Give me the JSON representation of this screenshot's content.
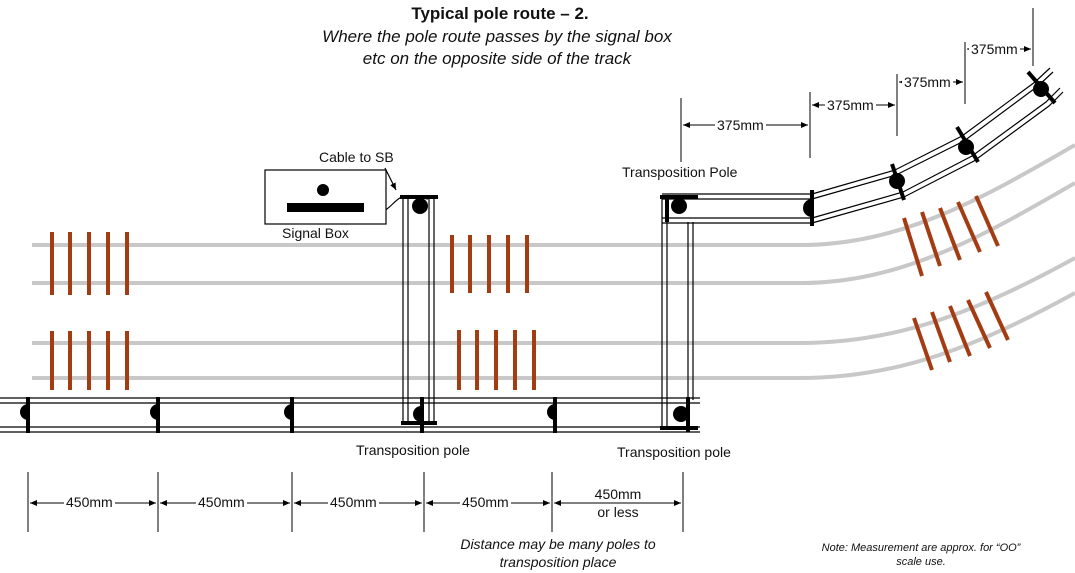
{
  "title": "Typical pole route – 2.",
  "subtitle": "Where the pole route passes by the signal box etc on the opposite side of the track",
  "labels": {
    "cable": "Cable to SB",
    "signal_box": "Signal Box",
    "transposition_pole_upper": "Transposition Pole",
    "transposition_pole_left": "Transposition pole",
    "transposition_pole_right": "Transposition pole",
    "distance_note": "Distance may be many poles to transposition place",
    "scale_note": "Note: Measurement are approx. for “OO” scale use."
  },
  "dimensions": {
    "bottom": [
      "450mm",
      "450mm",
      "450mm",
      "450mm"
    ],
    "bottom_last_line1": "450mm",
    "bottom_last_line2": "or less",
    "upper": [
      "375mm",
      "375mm",
      "375mm",
      "375mm"
    ]
  },
  "colors": {
    "rail": "#c8c8c8",
    "sleeper": "#a33c12",
    "pole": "#000000",
    "wire": "#000000"
  }
}
